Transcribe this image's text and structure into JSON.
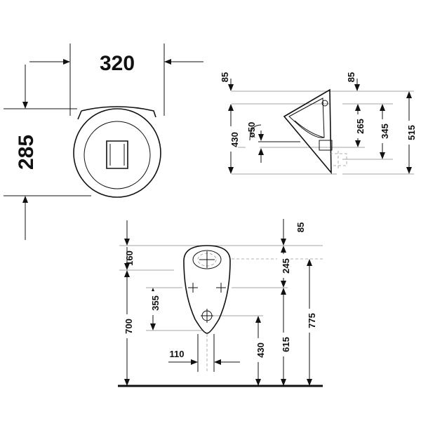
{
  "top_view": {
    "width": "320",
    "depth": "285"
  },
  "side_view": {
    "top_left": "85",
    "top_right": "85",
    "height_430": "430",
    "diameter": "ø50",
    "inlet_265": "265",
    "outlet_345": "345",
    "total_515": "515"
  },
  "front_view": {
    "top_85": "85",
    "top_160": "160",
    "d_355": "355",
    "d_700": "700",
    "d_110": "110",
    "d_245": "245",
    "d_615": "615",
    "d_430": "430",
    "d_775": "775"
  }
}
